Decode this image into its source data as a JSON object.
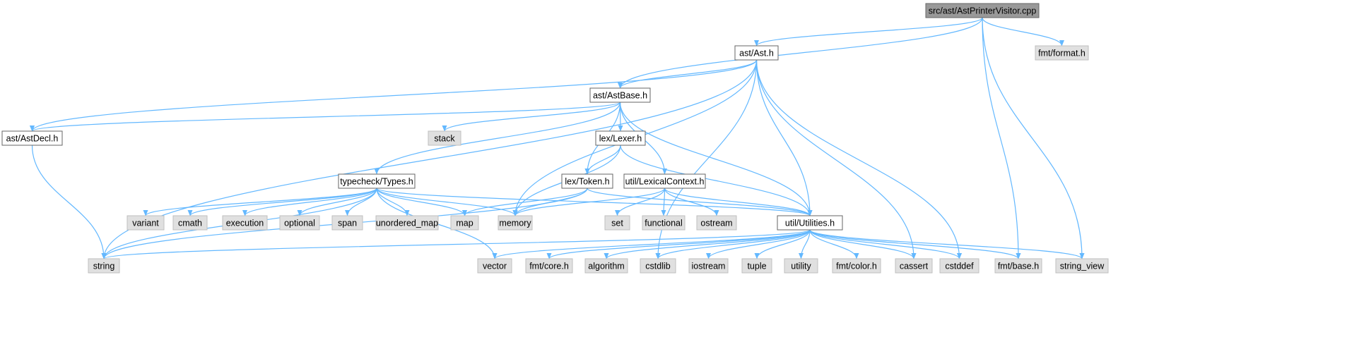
{
  "graph": {
    "colors": {
      "edge": "#63b8ff",
      "root_fill": "#999999",
      "root_border": "#666666",
      "internal_fill": "#ffffff",
      "internal_border": "#666666",
      "external_fill": "#e0e0e0",
      "external_border": "#bfbfbf"
    },
    "nodes": [
      {
        "id": "root",
        "label": "src/ast/AstPrinterVisitor.cpp",
        "kind": "root"
      },
      {
        "id": "ast_h",
        "label": "ast/Ast.h",
        "kind": "internal"
      },
      {
        "id": "fmt_format",
        "label": "fmt/format.h",
        "kind": "external"
      },
      {
        "id": "astbase",
        "label": "ast/AstBase.h",
        "kind": "internal"
      },
      {
        "id": "astdecl",
        "label": "ast/AstDecl.h",
        "kind": "internal"
      },
      {
        "id": "stack",
        "label": "stack",
        "kind": "external"
      },
      {
        "id": "lexer",
        "label": "lex/Lexer.h",
        "kind": "internal"
      },
      {
        "id": "types",
        "label": "typecheck/Types.h",
        "kind": "internal"
      },
      {
        "id": "token",
        "label": "lex/Token.h",
        "kind": "internal"
      },
      {
        "id": "lexctx",
        "label": "util/LexicalContext.h",
        "kind": "internal"
      },
      {
        "id": "variant",
        "label": "variant",
        "kind": "external"
      },
      {
        "id": "cmath",
        "label": "cmath",
        "kind": "external"
      },
      {
        "id": "execution",
        "label": "execution",
        "kind": "external"
      },
      {
        "id": "optional",
        "label": "optional",
        "kind": "external"
      },
      {
        "id": "span",
        "label": "span",
        "kind": "external"
      },
      {
        "id": "unordered_map",
        "label": "unordered_map",
        "kind": "external"
      },
      {
        "id": "map",
        "label": "map",
        "kind": "external"
      },
      {
        "id": "memory",
        "label": "memory",
        "kind": "external"
      },
      {
        "id": "set",
        "label": "set",
        "kind": "external"
      },
      {
        "id": "functional",
        "label": "functional",
        "kind": "external"
      },
      {
        "id": "ostream",
        "label": "ostream",
        "kind": "external"
      },
      {
        "id": "utilities",
        "label": "util/Utilities.h",
        "kind": "internal"
      },
      {
        "id": "string",
        "label": "string",
        "kind": "external"
      },
      {
        "id": "vector",
        "label": "vector",
        "kind": "external"
      },
      {
        "id": "fmt_core",
        "label": "fmt/core.h",
        "kind": "external"
      },
      {
        "id": "algorithm",
        "label": "algorithm",
        "kind": "external"
      },
      {
        "id": "cstdlib",
        "label": "cstdlib",
        "kind": "external"
      },
      {
        "id": "iostream",
        "label": "iostream",
        "kind": "external"
      },
      {
        "id": "tuple",
        "label": "tuple",
        "kind": "external"
      },
      {
        "id": "utility",
        "label": "utility",
        "kind": "external"
      },
      {
        "id": "fmt_color",
        "label": "fmt/color.h",
        "kind": "external"
      },
      {
        "id": "cassert",
        "label": "cassert",
        "kind": "external"
      },
      {
        "id": "cstddef",
        "label": "cstddef",
        "kind": "external"
      },
      {
        "id": "fmt_base",
        "label": "fmt/base.h",
        "kind": "external"
      },
      {
        "id": "string_view",
        "label": "string_view",
        "kind": "external"
      }
    ],
    "edges": [
      [
        "root",
        "ast_h"
      ],
      [
        "root",
        "fmt_format"
      ],
      [
        "root",
        "astbase"
      ],
      [
        "root",
        "fmt_base"
      ],
      [
        "root",
        "string_view"
      ],
      [
        "ast_h",
        "astbase"
      ],
      [
        "ast_h",
        "astdecl"
      ],
      [
        "ast_h",
        "utilities"
      ],
      [
        "ast_h",
        "memory"
      ],
      [
        "ast_h",
        "string"
      ],
      [
        "ast_h",
        "cassert"
      ],
      [
        "ast_h",
        "cstddef"
      ],
      [
        "ast_h",
        "cstdlib"
      ],
      [
        "astbase",
        "astdecl"
      ],
      [
        "astbase",
        "stack"
      ],
      [
        "astbase",
        "lexer"
      ],
      [
        "astbase",
        "types"
      ],
      [
        "astbase",
        "token"
      ],
      [
        "astbase",
        "lexctx"
      ],
      [
        "astbase",
        "utilities"
      ],
      [
        "astdecl",
        "string"
      ],
      [
        "lexer",
        "token"
      ],
      [
        "lexer",
        "memory"
      ],
      [
        "lexer",
        "utilities"
      ],
      [
        "types",
        "variant"
      ],
      [
        "types",
        "cmath"
      ],
      [
        "types",
        "execution"
      ],
      [
        "types",
        "optional"
      ],
      [
        "types",
        "span"
      ],
      [
        "types",
        "unordered_map"
      ],
      [
        "types",
        "map"
      ],
      [
        "types",
        "memory"
      ],
      [
        "types",
        "string"
      ],
      [
        "types",
        "vector"
      ],
      [
        "types",
        "utilities"
      ],
      [
        "token",
        "map"
      ],
      [
        "token",
        "memory"
      ],
      [
        "token",
        "string"
      ],
      [
        "token",
        "utilities"
      ],
      [
        "lexctx",
        "set"
      ],
      [
        "lexctx",
        "functional"
      ],
      [
        "lexctx",
        "ostream"
      ],
      [
        "lexctx",
        "memory"
      ],
      [
        "lexctx",
        "utilities"
      ],
      [
        "utilities",
        "string"
      ],
      [
        "utilities",
        "vector"
      ],
      [
        "utilities",
        "fmt_core"
      ],
      [
        "utilities",
        "algorithm"
      ],
      [
        "utilities",
        "cstdlib"
      ],
      [
        "utilities",
        "iostream"
      ],
      [
        "utilities",
        "tuple"
      ],
      [
        "utilities",
        "utility"
      ],
      [
        "utilities",
        "fmt_color"
      ],
      [
        "utilities",
        "cassert"
      ],
      [
        "utilities",
        "cstddef"
      ],
      [
        "utilities",
        "fmt_base"
      ],
      [
        "utilities",
        "string_view"
      ]
    ]
  }
}
